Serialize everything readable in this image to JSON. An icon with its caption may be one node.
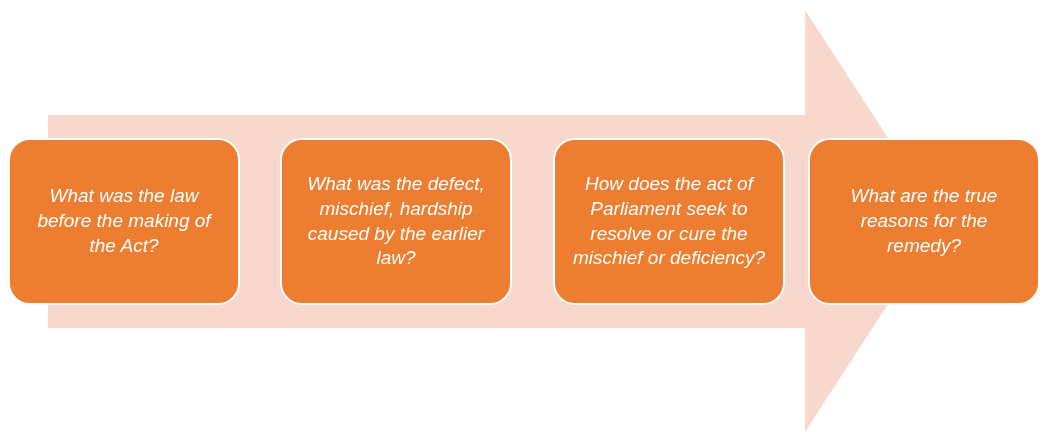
{
  "diagram": {
    "nodes": [
      {
        "text": [
          "What was the law before the making of the Act?"
        ]
      },
      {
        "text": [
          "What was the defect, mischief, hardship caused by the earlier law?"
        ]
      },
      {
        "text": [
          "How does the act of Parliament seek to resolve or cure the mischief or deficiency?"
        ]
      },
      {
        "text": [
          "What are the true reasons for the remedy?"
        ]
      }
    ]
  }
}
